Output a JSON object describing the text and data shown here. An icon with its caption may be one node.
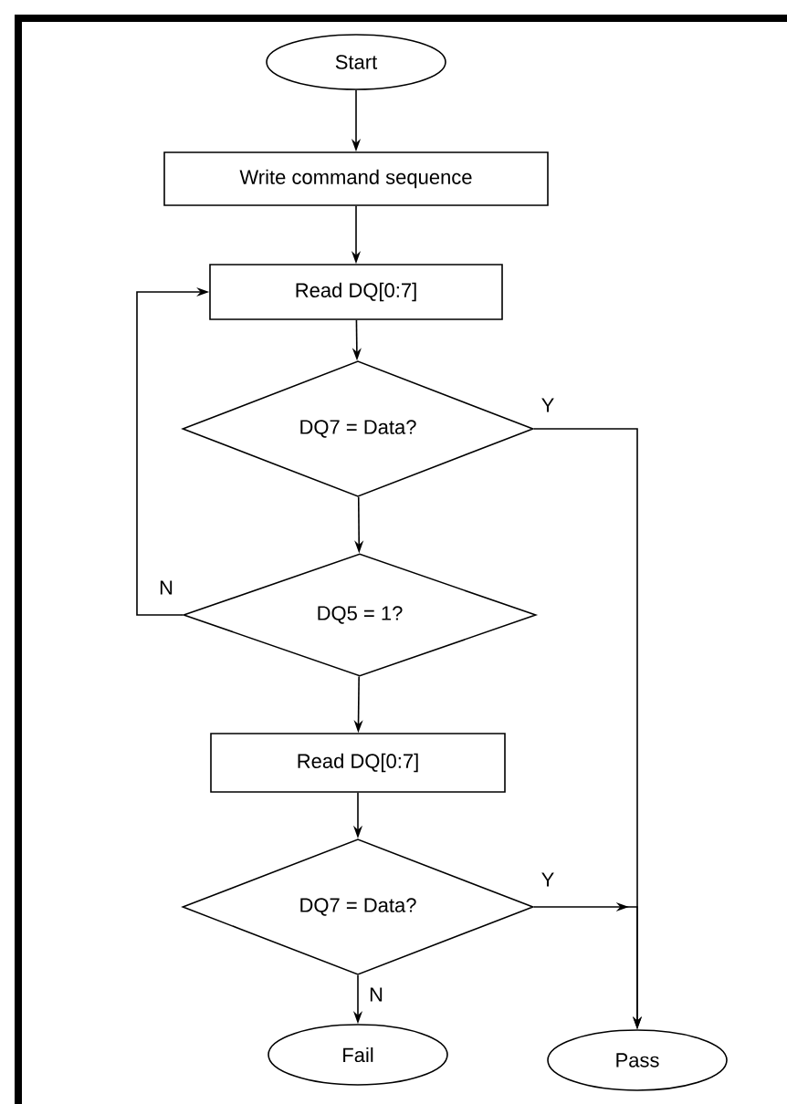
{
  "diagram": {
    "nodes": [
      {
        "text": [
          "Start"
        ]
      },
      {
        "text": [
          "Write command sequence"
        ]
      },
      {
        "text": [
          "Read DQ[0:7]"
        ]
      },
      {
        "text": [
          "DQ7 = Data?"
        ]
      },
      {
        "text": [
          "DQ5 = 1?"
        ]
      },
      {
        "text": [
          "Read DQ[0:7]"
        ]
      },
      {
        "text": [
          "DQ7 = Data?"
        ]
      },
      {
        "text": [
          "Fail"
        ]
      },
      {
        "text": [
          "Pass"
        ]
      }
    ],
    "edges": [
      {
        "from": 0,
        "to": 1,
        "arrow": "to"
      },
      {
        "from": 1,
        "to": 2,
        "arrow": "to"
      },
      {
        "from": 2,
        "to": 3,
        "arrow": "to"
      },
      {
        "from": 3,
        "to": 4,
        "arrow": "to"
      },
      {
        "from": 3,
        "to": 8,
        "arrow": "to",
        "label": "Y"
      },
      {
        "from": 4,
        "to": 2,
        "arrow": "to",
        "label": "N"
      },
      {
        "from": 4,
        "to": 5,
        "arrow": "to"
      },
      {
        "from": 5,
        "to": 6,
        "arrow": "to"
      },
      {
        "from": 6,
        "to": 7,
        "arrow": "to",
        "label": "N"
      },
      {
        "from": 6,
        "to": 8,
        "arrow": "to",
        "label": "Y"
      }
    ]
  }
}
